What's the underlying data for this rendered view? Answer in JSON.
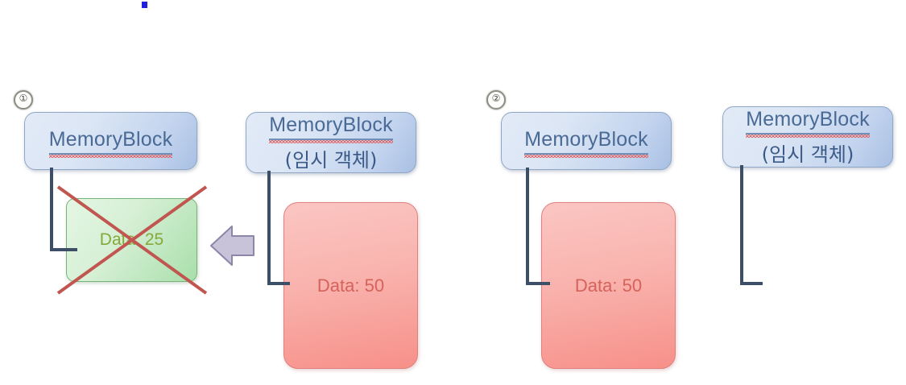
{
  "diagram": {
    "title_text": "MemoryBlock",
    "temp_suffix": "(임시 객체)",
    "colors": {
      "blue_fill": "#cfdcf1",
      "blue_border": "#8fa6c4",
      "blue_text": "#4a6a96",
      "green_fill": "#d7f0d6",
      "green_border": "#76b37a",
      "green_text": "#87a83b",
      "red_fill": "#f9b3ae",
      "red_border": "#e08080",
      "red_text": "#d4635c",
      "connector": "#3d4f66",
      "cross_out": "#c0564f",
      "arrow_fill": "#c9c3da",
      "arrow_border": "#8d86a8",
      "artifact_dot": "#2222dd"
    }
  },
  "panels": [
    {
      "marker": "①",
      "owner_block": {
        "title": "MemoryBlock",
        "subtitle": ""
      },
      "owned_data": {
        "label": "Data: 25",
        "state": "destroyed"
      },
      "source_block": {
        "title": "MemoryBlock",
        "subtitle": "(임시 객체)"
      },
      "source_data": {
        "label": "Data: 50",
        "state": "alive"
      },
      "transfer_arrow": {
        "direction": "left",
        "name": "move-arrow"
      }
    },
    {
      "marker": "②",
      "owner_block": {
        "title": "MemoryBlock",
        "subtitle": ""
      },
      "owned_data": {
        "label": "Data: 50",
        "state": "alive"
      },
      "source_block": {
        "title": "MemoryBlock",
        "subtitle": "(임시 객체)"
      },
      "source_data": {
        "label": "",
        "state": "null"
      }
    }
  ]
}
